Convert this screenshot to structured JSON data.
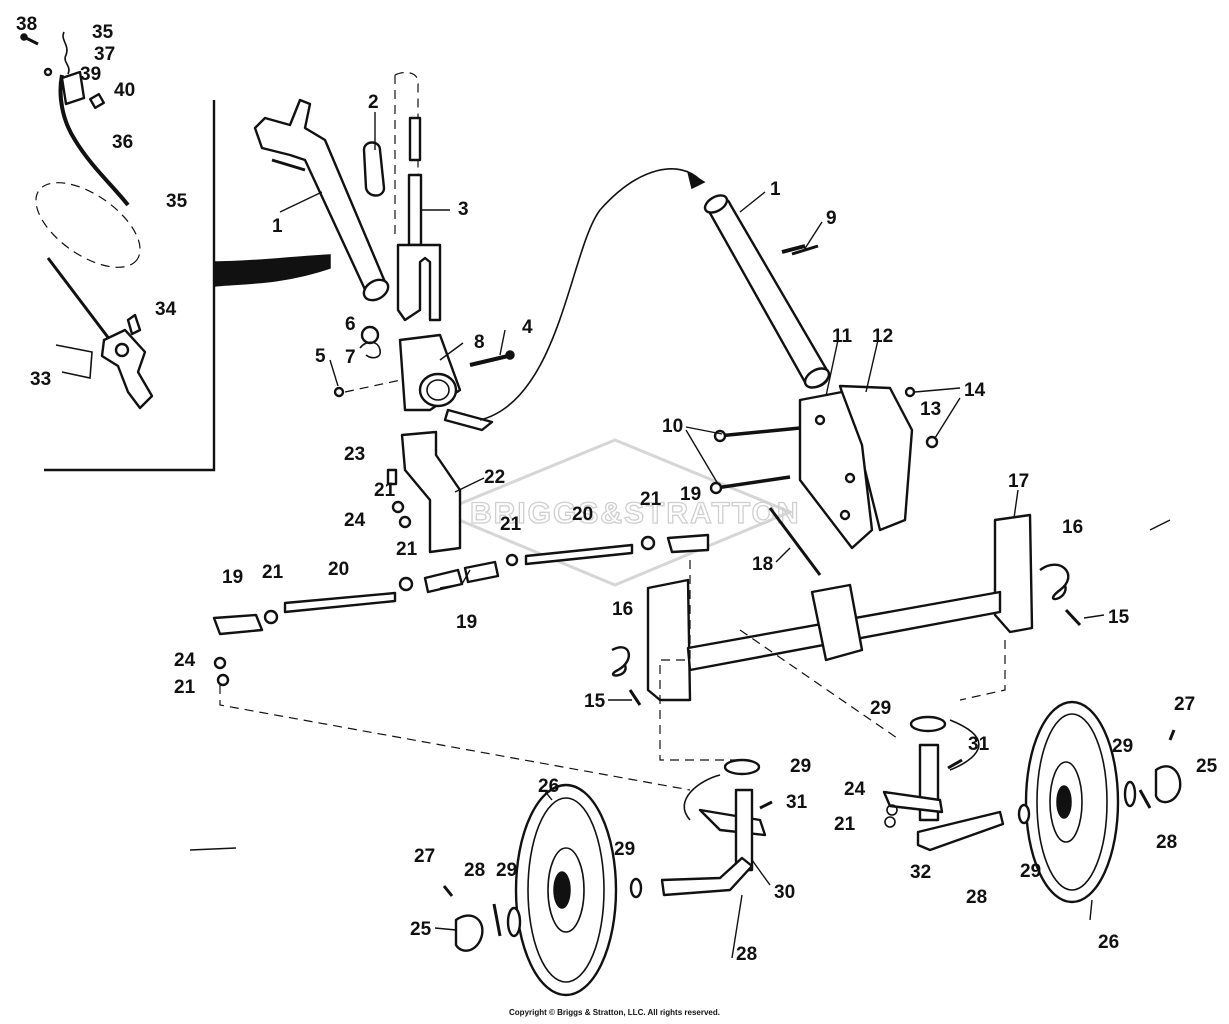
{
  "copyright": "Copyright © Briggs & Stratton, LLC. All rights reserved.",
  "watermark": "BRIGGS&STRATTON",
  "colors": {
    "ink": "#111111",
    "paper": "#ffffff",
    "watermark": "#cfcfcf"
  },
  "callouts": {
    "c38": "38",
    "c35a": "35",
    "c37": "37",
    "c39": "39",
    "c40": "40",
    "c36": "36",
    "c35b": "35",
    "c34": "34",
    "c33": "33",
    "c1a": "1",
    "c2": "2",
    "c3": "3",
    "c6": "6",
    "c7": "7",
    "c5": "5",
    "c8": "8",
    "c4": "4",
    "c1b": "1",
    "c9": "9",
    "c11": "11",
    "c12": "12",
    "c14": "14",
    "c13": "13",
    "c10": "10",
    "c23": "23",
    "c22": "22",
    "c21a": "21",
    "c24a": "24",
    "c21b": "21",
    "c20a": "20",
    "c21c": "21",
    "c19a": "19",
    "c21d": "21",
    "c19b": "19",
    "c20b": "20",
    "c21e": "21",
    "c19c": "19",
    "c24b": "24",
    "c21f": "21",
    "c17": "17",
    "c16a": "16",
    "c15a": "15",
    "c18": "18",
    "c16b": "16",
    "c15b": "15",
    "c29a": "29",
    "c31a": "31",
    "c27a": "27",
    "c25a": "25",
    "c29b": "29",
    "c28a": "28",
    "c24c": "24",
    "c21g": "21",
    "c32": "32",
    "c28b": "28",
    "c29c": "29",
    "c26a": "26",
    "c26b": "26",
    "c29d": "29",
    "c31b": "31",
    "c30": "30",
    "c27b": "27",
    "c28c": "28",
    "c29e": "29",
    "c25b": "25",
    "c28d": "28",
    "c29f": "29"
  }
}
